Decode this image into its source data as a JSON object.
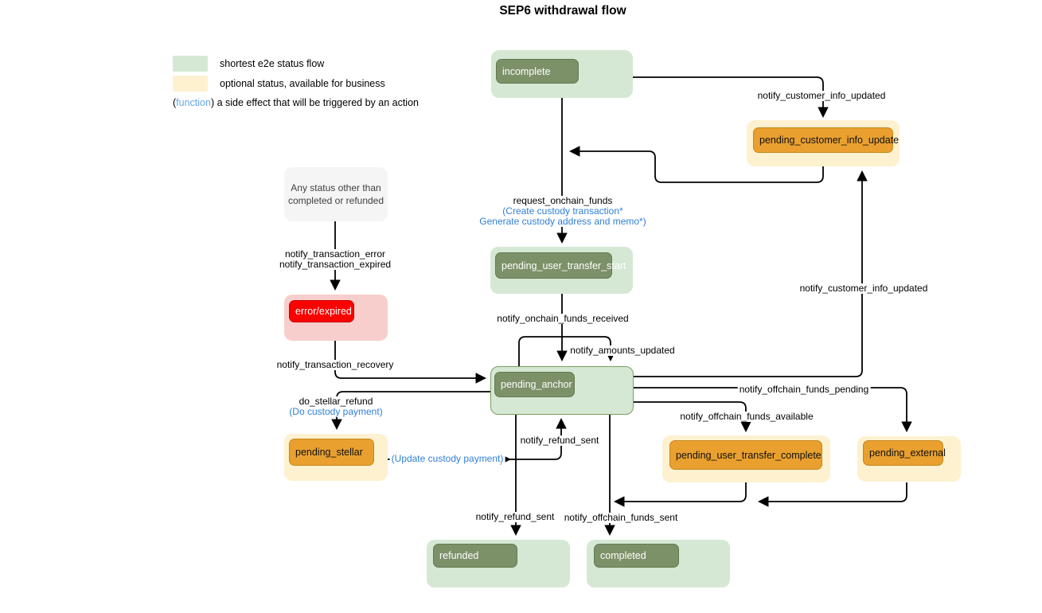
{
  "title": "SEP6 withdrawal flow",
  "legend": {
    "green_label": "shortest e2e status flow",
    "yellow_label": "optional status, available for business",
    "fn_open": "(",
    "fn_word": "function",
    "fn_close": ")",
    "fn_desc": " a side effect that will be triggered by an action"
  },
  "colors": {
    "flow_green": "#d5e8d4",
    "node_dark_green": "#7d9169",
    "optional_cream": "#fdf1d0",
    "node_orange": "#e9a02f",
    "error_pink": "#f8cecc",
    "node_red": "#fb0100",
    "note_gray": "#f5f5f5",
    "function_blue": "#2f7fd6",
    "edge_black": "#000000"
  },
  "nodes": {
    "incomplete": "incomplete",
    "pending_customer_info_update": "pending_customer_info_update",
    "any_status_note_line1": "Any status other than",
    "any_status_note_line2": "completed or refunded",
    "error_expired": "error/expired",
    "pending_user_transfer_start": "pending_user_transfer_start",
    "pending_anchor": "pending_anchor",
    "pending_stellar": "pending_stellar",
    "pending_user_transfer_complete": "pending_user_transfer_complete",
    "pending_external": "pending_external",
    "refunded": "refunded",
    "completed": "completed"
  },
  "edge_labels": {
    "to_pcu": "notify_customer_info_updated",
    "request_onchain_funds": "request_onchain_funds",
    "request_fn_line1": "(Create custody transaction*",
    "request_fn_line2": "Generate custody address and memo*)",
    "onchain_received": "notify_onchain_funds_received",
    "amounts_updated": "notify_amounts_updated",
    "tx_error": "notify_transaction_error",
    "tx_expired": "notify_transaction_expired",
    "tx_recovery": "notify_transaction_recovery",
    "do_stellar_refund": "do_stellar_refund",
    "do_custody_payment": "(Do custody payment)",
    "update_custody_payment": "(Update custody payment)",
    "refund_sent_up": "notify_refund_sent",
    "refund_sent_down": "notify_refund_sent",
    "offchain_sent": "notify_offchain_funds_sent",
    "cust_info_updated_right": "notify_customer_info_updated",
    "offchain_pending": "notify_offchain_funds_pending",
    "offchain_available": "notify_offchain_funds_available"
  }
}
